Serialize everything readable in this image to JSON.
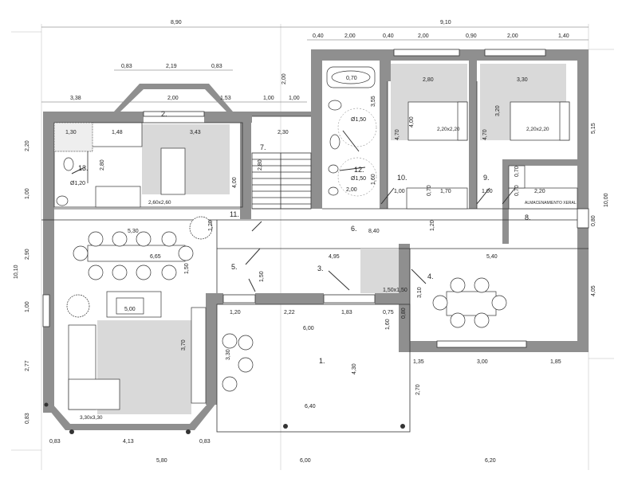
{
  "dimensions": {
    "top_total_left": "8,90",
    "top_total_right": "9,10",
    "bay_left": "0,83",
    "bay_center": "2,19",
    "bay_right": "0,83",
    "row_3_38": "3,38",
    "row_2_00": "2,00",
    "row_1_53": "1,53",
    "row_1_00a": "1,00",
    "row_1_00b": "1,00",
    "bath_2_00": "2,00",
    "b_0_40a": "0,40",
    "b_2_00a": "2,00",
    "b_0_40b": "0,40",
    "b_2_00b": "2,00",
    "b_0_90": "0,90",
    "b_2_00c": "2,00",
    "b_1_40": "1,40",
    "bed1_2_80": "2,80",
    "bed2_3_30": "3,30",
    "r_1_48": "1,48",
    "r_3_43": "3,43",
    "r_2_30": "2,30",
    "r_2_80": "2,80",
    "r_2_80b": "2,80",
    "r_4_00": "4,00",
    "r_4_70a": "4,70",
    "r_4_00b": "4,00",
    "r_4_70b": "4,70",
    "r_3_20": "3,20",
    "r_3_55": "3,55",
    "r_2_00w": "2,00",
    "r_1_60": "1,60",
    "r_1_00c": "1,00",
    "r_0_70a": "0,70",
    "r_1_70": "1,70",
    "r_1_00d": "1,00",
    "r_0_70b": "0,70",
    "r_2_20": "2,20",
    "r_0_70c": "0,70",
    "left_2_20": "2,20",
    "left_1_00": "1,00",
    "left_10_10": "10,10",
    "left_2_90": "2,90",
    "left_1_00b": "1,00",
    "left_2_77": "2,77",
    "left_0_83": "0,83",
    "right_5_15": "5,15",
    "right_10_00": "10,00",
    "right_0_80": "0,80",
    "right_4_05": "4,05",
    "mid_5_30": "5,30",
    "mid_6_65": "6,65",
    "mid_1_20": "1,20",
    "mid_1_50": "1,50",
    "mid_8_40": "8,40",
    "mid_1_20b": "1,20",
    "mid_4_95": "4,95",
    "mid_5_40": "5,40",
    "mid_3_10": "3,10",
    "mid_4_05": "4,05",
    "mid_1_50b": "1,50",
    "mid_1_20c": "1,20",
    "mid_2_22": "2,22",
    "mid_1_83": "1,83",
    "mid_0_75": "0,75",
    "mid_6_00": "6,00",
    "mid_1_60": "1,60",
    "mid_0_80": "0,80",
    "mid_4_30": "4,30",
    "mid_3_70": "3,70",
    "mid_3_30": "3,30",
    "mid_2_70": "2,70",
    "mid_6_40": "6,40",
    "mid_1_35": "1,35",
    "mid_3_00": "3,00",
    "mid_1_85": "1,85",
    "mid_5_00": "5,00",
    "bot_0_83a": "0,83",
    "bot_4_13": "4,13",
    "bot_0_83b": "0,83",
    "bot_5_80": "5,80",
    "bot_6_00": "6,00",
    "bot_6_20": "6,20",
    "d_1_50a": "Ø1,50",
    "d_1_50b": "Ø1,50",
    "d_1_20": "Ø1,20",
    "d_1_20x1_50": "1,50x1,50",
    "bath_tub": "0,70",
    "shower": "1,30",
    "d_2_00": "2,00"
  },
  "rooms": {
    "r1": "1.",
    "r2": "2.",
    "r3": "3.",
    "r4": "4.",
    "r5": "5.",
    "r6": "6.",
    "r7": "7.",
    "r8": "8.",
    "r9": "9.",
    "r10": "10.",
    "r11": "11.",
    "r12": "12.",
    "r13": "13."
  },
  "labels": {
    "bed1": "2,20x2,20",
    "bed2": "2,20x2,20",
    "kitchen_island": "2,60x2,60",
    "living_rug": "3,30x3,30",
    "storage": "ALMACENAMIENTO XERAL"
  },
  "colors": {
    "wall": "#8f8f8f",
    "rug": "#d9d9d9",
    "line": "#333333"
  }
}
